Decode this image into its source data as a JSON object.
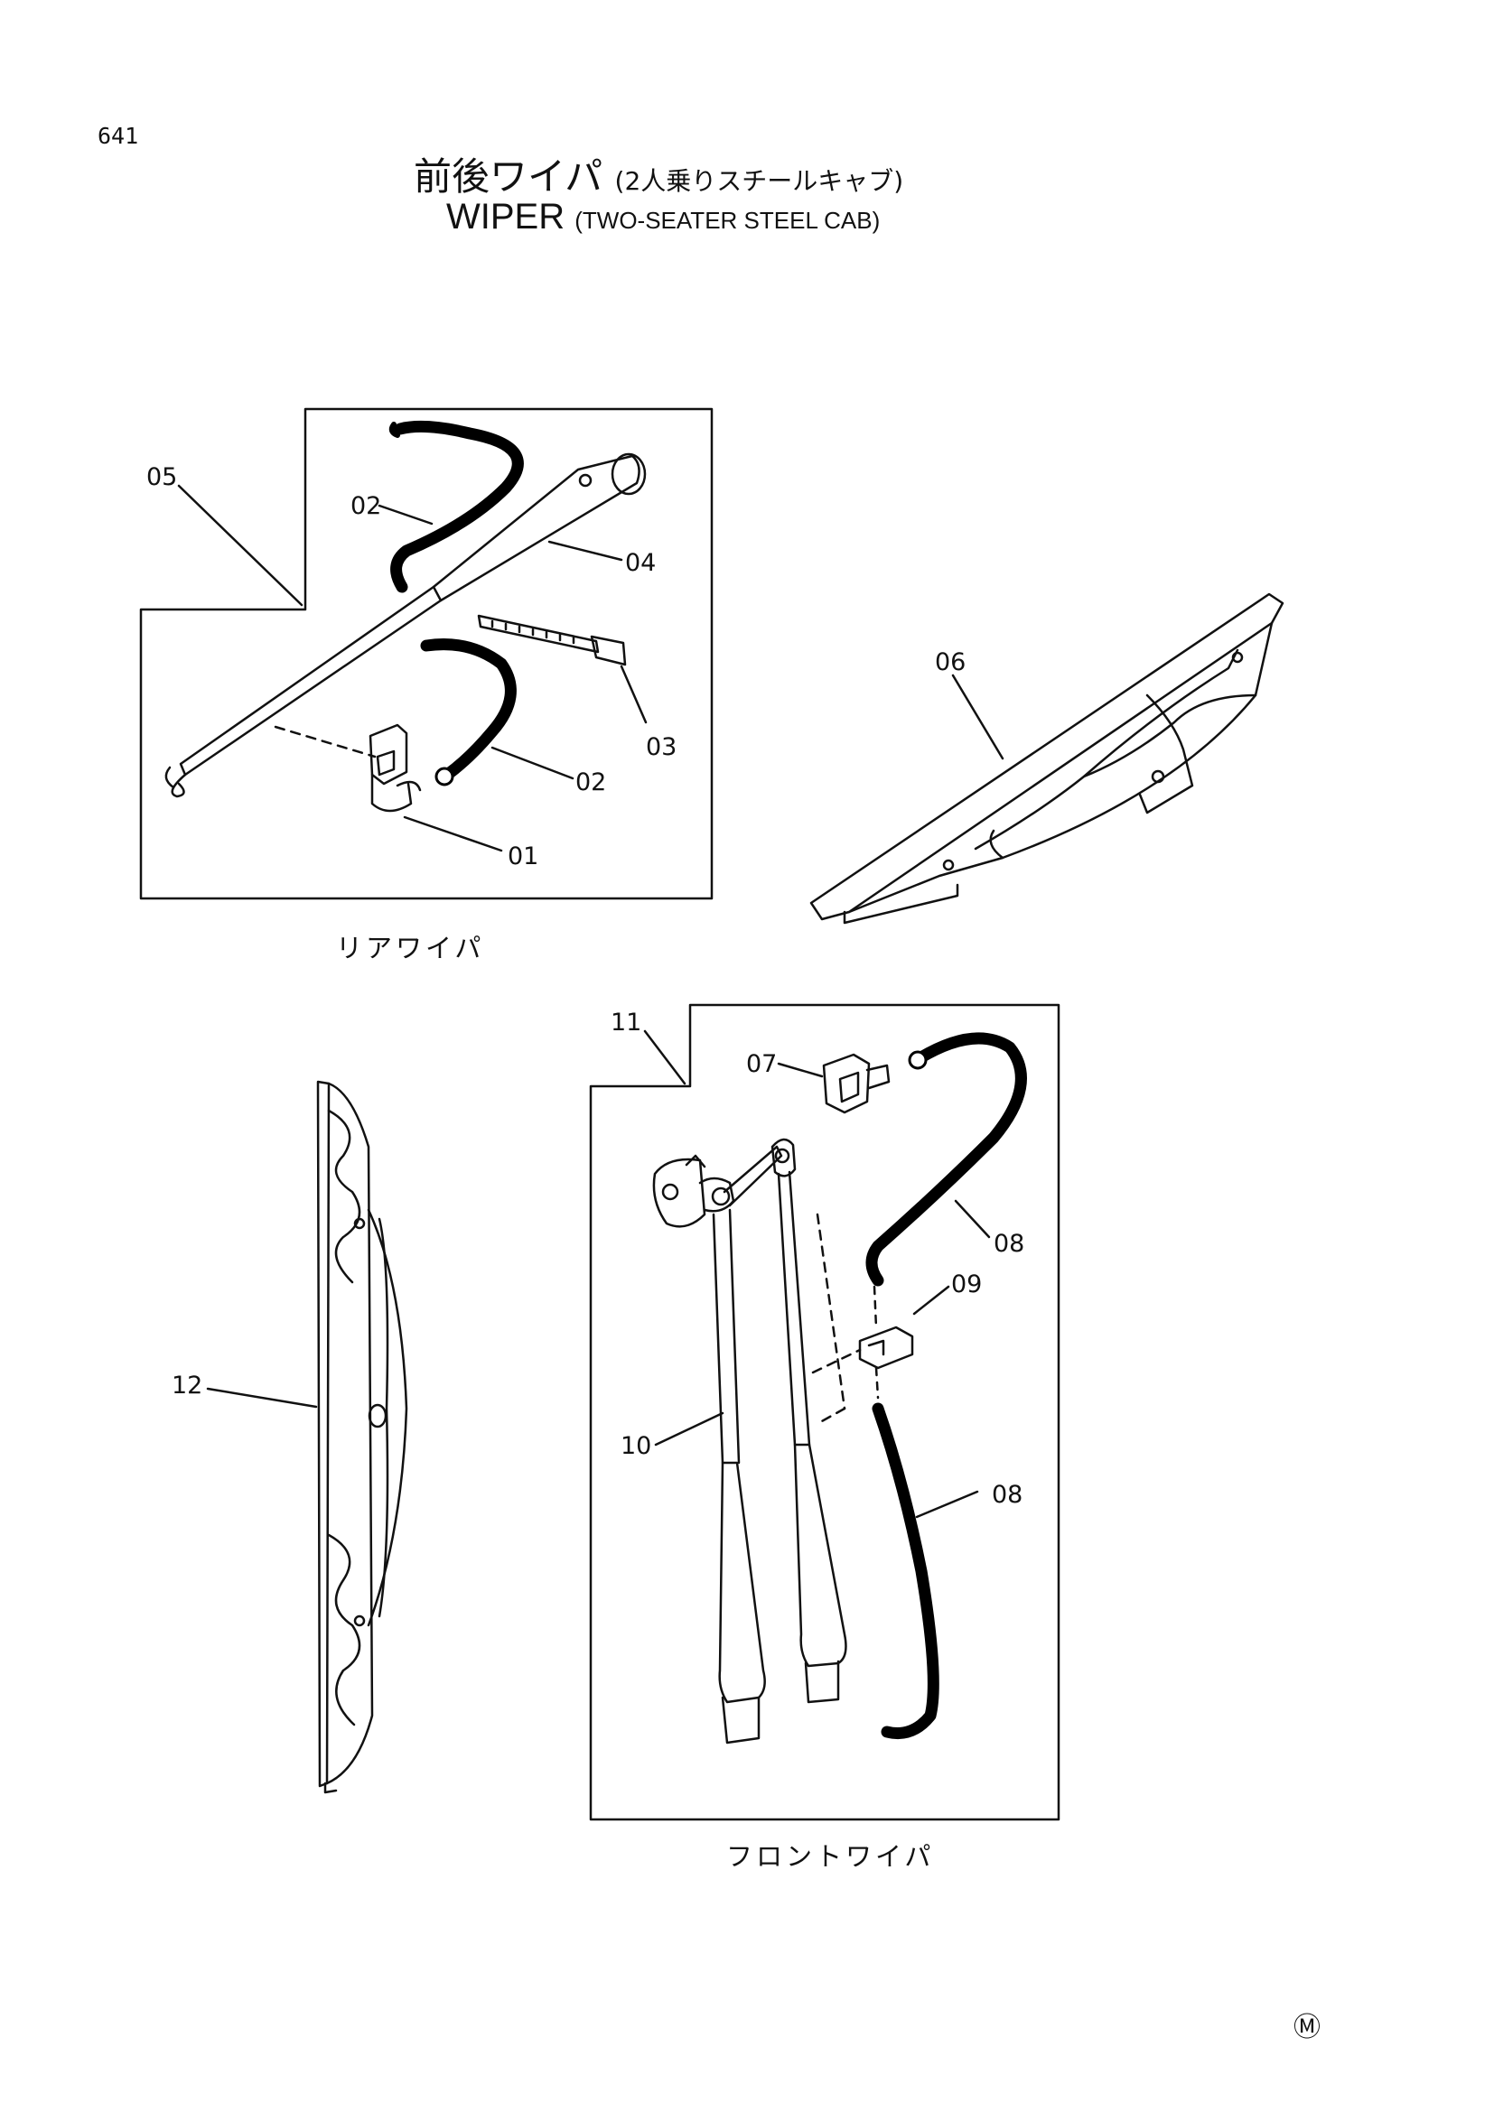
{
  "page": {
    "number": "641",
    "title_ja": "前後ワイパ",
    "title_ja_sub": "(2人乗りスチールキャブ)",
    "title_en": "WIPER",
    "title_en_sub": "(TWO-SEATER STEEL CAB)"
  },
  "rear_wiper": {
    "caption": "リアワイパ",
    "callouts": {
      "c05": "05",
      "c02a": "02",
      "c04": "04",
      "c03": "03",
      "c02b": "02",
      "c01": "01"
    }
  },
  "blade_06": {
    "callout": "06"
  },
  "blade_12": {
    "callout": "12"
  },
  "front_wiper": {
    "caption": "フロントワイパ",
    "callouts": {
      "c11": "11",
      "c07": "07",
      "c08a": "08",
      "c09": "09",
      "c10": "10",
      "c08b": "08"
    }
  },
  "footer": {
    "mark": "Ⓜ"
  }
}
